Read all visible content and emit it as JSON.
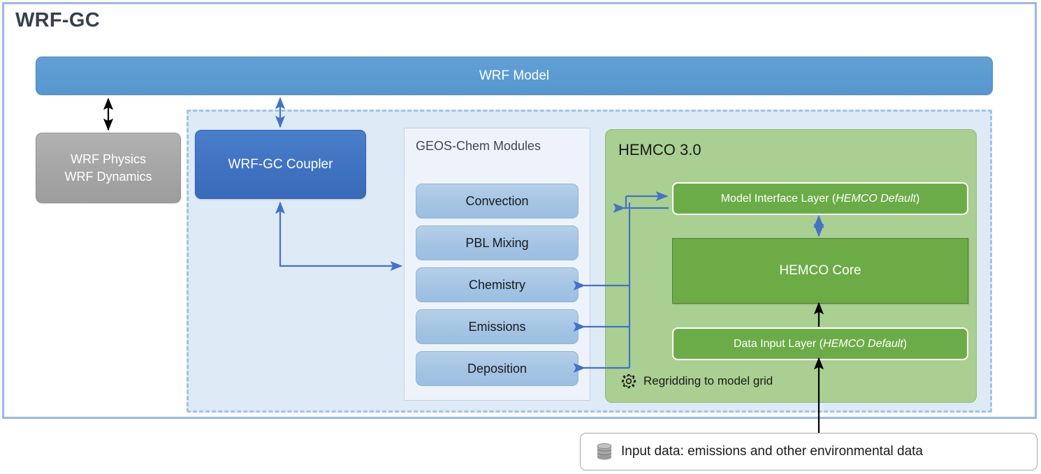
{
  "diagram": {
    "title": "WRF-GC",
    "title_color": "#37404e",
    "frame_border_color": "#9db7e0"
  },
  "wrf_model": {
    "label": "WRF Model",
    "color": "#5b9bd2"
  },
  "wrf_physics": {
    "line1": "WRF Physics",
    "line2": "WRF Dynamics",
    "color": "#a6a6a6"
  },
  "coupler": {
    "label": "WRF-GC Coupler",
    "color": "#3f72c2"
  },
  "geos_chem": {
    "title": "GEOS-Chem Modules",
    "panel_color": "#eef3fb",
    "module_color": "#a4c4e4",
    "modules": [
      {
        "label": "Convection"
      },
      {
        "label": "PBL Mixing"
      },
      {
        "label": "Chemistry"
      },
      {
        "label": "Emissions"
      },
      {
        "label": "Deposition"
      }
    ]
  },
  "hemco": {
    "title": "HEMCO 3.0",
    "panel_color": "#a9cf92",
    "box_color": "#6cab46",
    "model_interface_layer": {
      "text_prefix": "Model Interface Layer (",
      "text_italic": "HEMCO Default",
      "text_suffix": ")"
    },
    "core": {
      "label": "HEMCO Core"
    },
    "data_input_layer": {
      "text_prefix": "Data Input Layer (",
      "text_italic": "HEMCO Default",
      "text_suffix": ")"
    },
    "regridding": {
      "icon": "gear-icon",
      "label": "Regridding to model grid"
    }
  },
  "input_data": {
    "icon": "database-icon",
    "label": "Input data: emissions and other environmental data",
    "icon_color": "#a0a0a0"
  },
  "connectors": {
    "arrow_blue": "#4472c4",
    "arrow_black": "#000000",
    "items": [
      {
        "name": "wrf-model-to-physics",
        "style": "double",
        "color": "#000000"
      },
      {
        "name": "wrf-model-to-coupler",
        "style": "double",
        "color": "#4472c4"
      },
      {
        "name": "coupler-to-geos-chem",
        "style": "single",
        "color": "#4472c4"
      },
      {
        "name": "hemco-to-chemistry",
        "style": "single",
        "color": "#4472c4"
      },
      {
        "name": "hemco-to-emissions",
        "style": "single",
        "color": "#4472c4"
      },
      {
        "name": "hemco-to-deposition",
        "style": "single",
        "color": "#4472c4"
      },
      {
        "name": "hemco-bus-to-model-interface-layer",
        "style": "double",
        "color": "#4472c4"
      },
      {
        "name": "model-interface-layer-to-core",
        "style": "double",
        "color": "#4472c4"
      },
      {
        "name": "data-input-layer-to-core",
        "style": "single",
        "color": "#000000"
      },
      {
        "name": "input-data-to-data-input-layer",
        "style": "single",
        "color": "#000000"
      }
    ]
  }
}
